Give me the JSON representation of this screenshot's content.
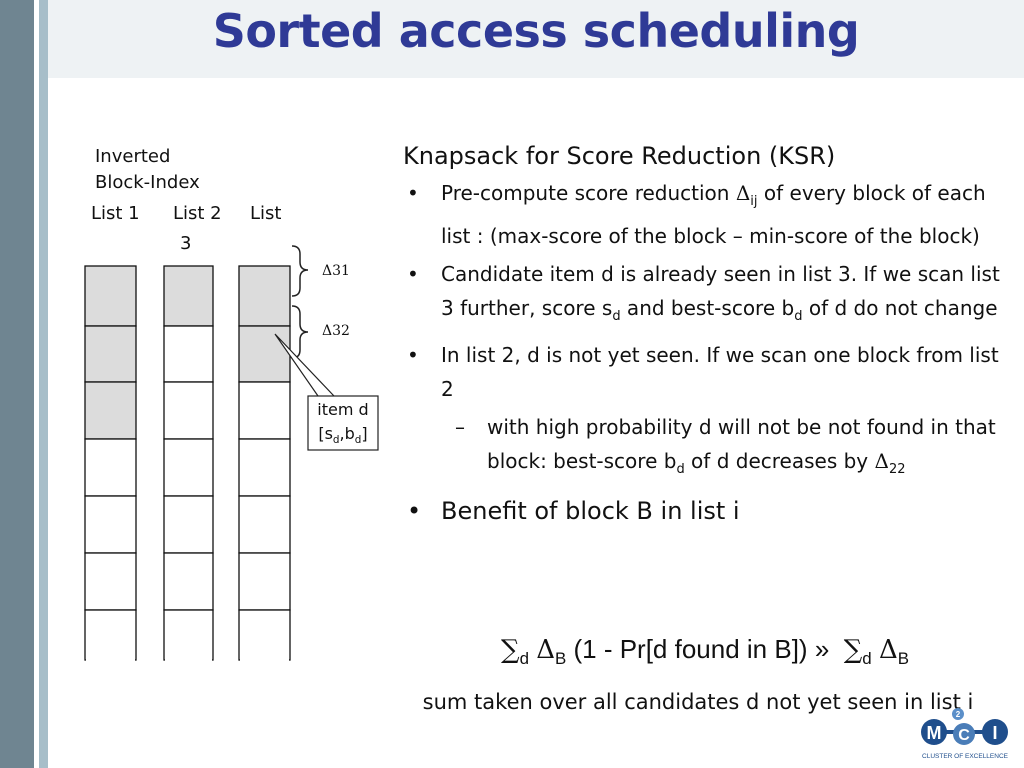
{
  "slide": {
    "title": "Sorted access scheduling"
  },
  "diagram": {
    "caption_line1": "Inverted",
    "caption_line2": "Block-Index",
    "list_labels": [
      "List 1",
      "List 2",
      "List",
      "3"
    ],
    "delta_labels": [
      "Δ31",
      "Δ32"
    ],
    "callout_line1": "item d",
    "callout_line2": "[sd,bd]",
    "shaded_cells": {
      "list1": [
        true,
        true,
        true,
        false,
        false,
        false,
        false
      ],
      "list2": [
        true,
        false,
        false,
        false,
        false,
        false,
        false
      ],
      "list3": [
        true,
        true,
        false,
        false,
        false,
        false,
        false
      ]
    }
  },
  "content": {
    "heading": "Knapsack for Score Reduction (KSR)",
    "bullets": [
      "Pre-compute score reduction Δij of every block of each list : (max-score of the block – min-score of the block)",
      "Candidate item d is already seen in list 3. If we scan list 3 further, score sd and best-score bd of d do not change",
      "In list 2, d is not yet seen. If we scan one block from list 2"
    ],
    "sub_bullet": "with high probability d will not be not found in that block: best-score bd of d decreases by Δ22",
    "bullet_big": "Benefit of block B in list i",
    "formula": "∑d ΔB (1 - Pr[d found in B]) »  ∑d ΔB",
    "note": "sum taken over all candidates d not yet seen in list i"
  },
  "logo": {
    "letters": [
      "M",
      "C",
      "I"
    ],
    "superscript": "2",
    "tagline": "CLUSTER OF EXCELLENCE"
  }
}
